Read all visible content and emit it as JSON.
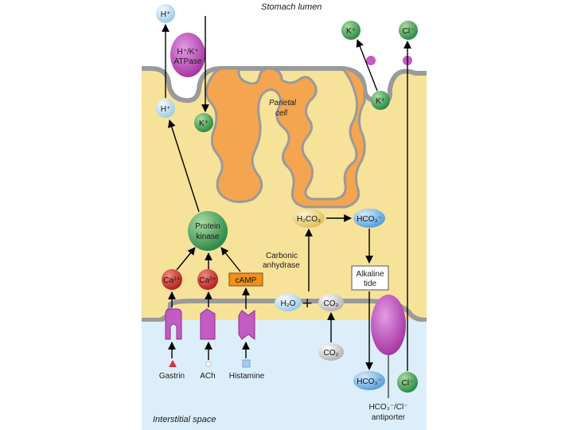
{
  "labels": {
    "stomach_lumen": "Stomach lumen",
    "parietal_cell_line1": "Parietal",
    "parietal_cell_line2": "cell",
    "interstitial_space": "Interstitial space",
    "carbonic_anhydrase_line1": "Carbonic",
    "carbonic_anhydrase_line2": "anhydrase",
    "alkaline_tide_line1": "Alkaline",
    "alkaline_tide_line2": "tide",
    "antiporter_line1": "HCO₃⁻/Cl⁻",
    "antiporter_line2": "antiporter",
    "pump_line1": "H⁺/K⁺",
    "pump_line2": "ATPase",
    "protein_kinase_line1": "Protein",
    "protein_kinase_line2": "kinase"
  },
  "ions": {
    "h_lumen": "H⁺",
    "h_cell": "H⁺",
    "k_pump_cell": "K⁺",
    "k_lumen": "K⁺",
    "k_cell": "K⁺",
    "cl_lumen": "Cl⁻",
    "cl_interstitial": "Cl⁻",
    "h2co3": "H₂CO₃",
    "hco3_cell": "HCO₃⁻",
    "hco3_interstitial": "HCO₃⁻",
    "h2o": "H₂O",
    "co2_cell": "CO₂",
    "co2_interstitial": "CO₂",
    "plus": "+",
    "ca_1": "Ca²⁺",
    "ca_2": "Ca²⁺",
    "camp": "cAMP"
  },
  "ligands": {
    "gastrin": "Gastrin",
    "ach": "ACh",
    "histamine": "Histamine"
  },
  "colors": {
    "cytoplasm": "#f7e29a",
    "lumen": "#ffffff",
    "interstitial": "#dceefa",
    "canaliculus": "#f5a54f",
    "membrane": "#9a9a9a",
    "pump": "#b23fb3",
    "h_ion": "#bfe3f7",
    "k_ion": "#3f9a55",
    "cl_ion": "#3fae4a",
    "ca_ion": "#c62b2b",
    "camp_box": "#f0901e",
    "hco3_ion": "#4a8fd6",
    "h2co3_ion": "#f3dc86",
    "co2_ion": "#dcdcdc",
    "receptor": "#c35bc4"
  }
}
